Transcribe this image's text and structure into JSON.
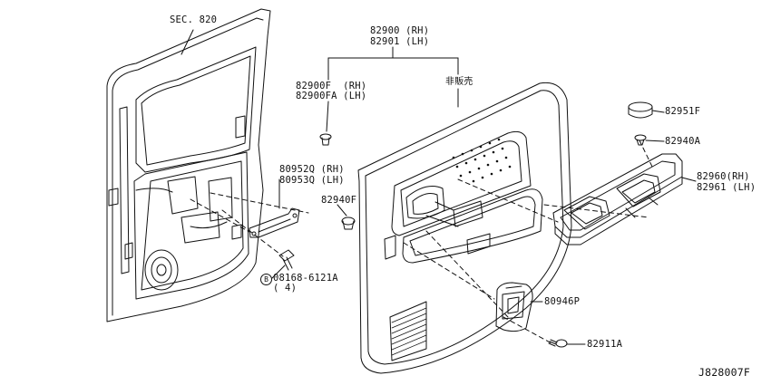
{
  "labels": {
    "sec": "SEC. 820",
    "door_rh": "82900 (RH)",
    "door_lh": "82901 (LH)",
    "fin_rh": "82900F  (RH)",
    "fin_lh": "82900FA (LH)",
    "not_for_sale": "非販売",
    "b951": "82951F",
    "b940a": "82940A",
    "sw_rh": "82960(RH)",
    "sw_lh": "82961 (LH)",
    "br_rh": "80952Q (RH)",
    "br_lh": "80953Q (LH)",
    "clip": "82940F",
    "bolt_code": "08168-6121A",
    "bolt_qty": "( 4)",
    "handle": "80946P",
    "screw": "82911A",
    "diagram_no": "J828007F",
    "circled_b": "B"
  }
}
